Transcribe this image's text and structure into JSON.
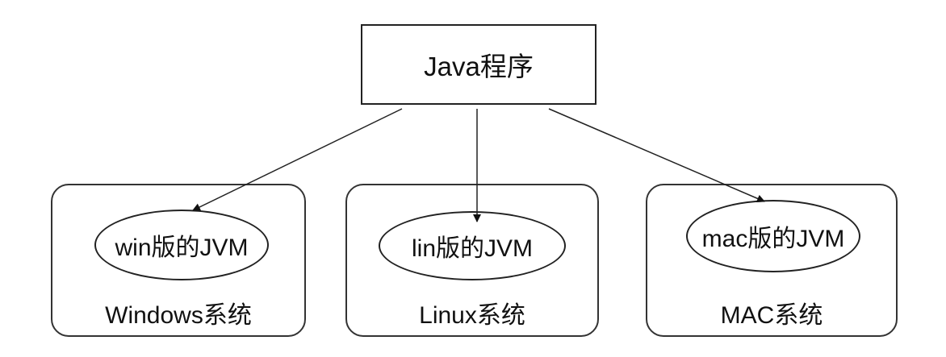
{
  "root": {
    "label": "Java程序"
  },
  "platforms": [
    {
      "jvm": "win版的JVM",
      "system": "Windows系统"
    },
    {
      "jvm": "lin版的JVM",
      "system": "Linux系统"
    },
    {
      "jvm": "mac版的JVM",
      "system": "MAC系统"
    }
  ]
}
